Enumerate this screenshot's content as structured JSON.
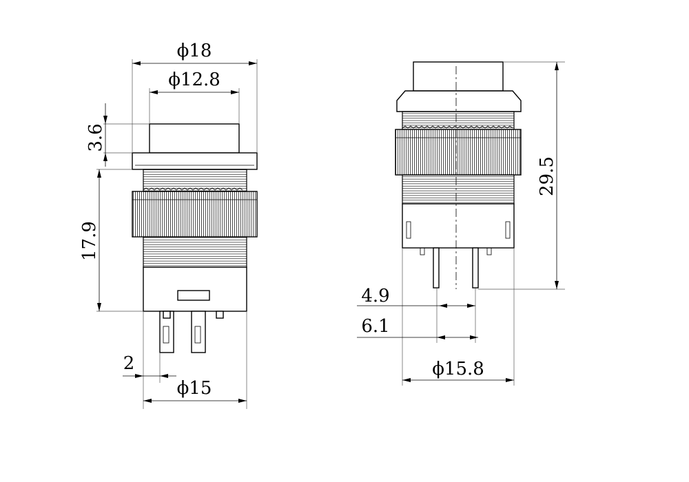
{
  "left_view": {
    "dim_outer_diameter": "ϕ18",
    "dim_button_diameter": "ϕ12.8",
    "dim_button_height": "3.6",
    "dim_body_height": "17.9",
    "dim_terminal_offset": "2",
    "dim_body_diameter": "ϕ15"
  },
  "right_view": {
    "dim_total_height": "29.5",
    "dim_pin_spacing_inner": "4.9",
    "dim_pin_spacing_outer": "6.1",
    "dim_thread_diameter": "ϕ15.8"
  }
}
